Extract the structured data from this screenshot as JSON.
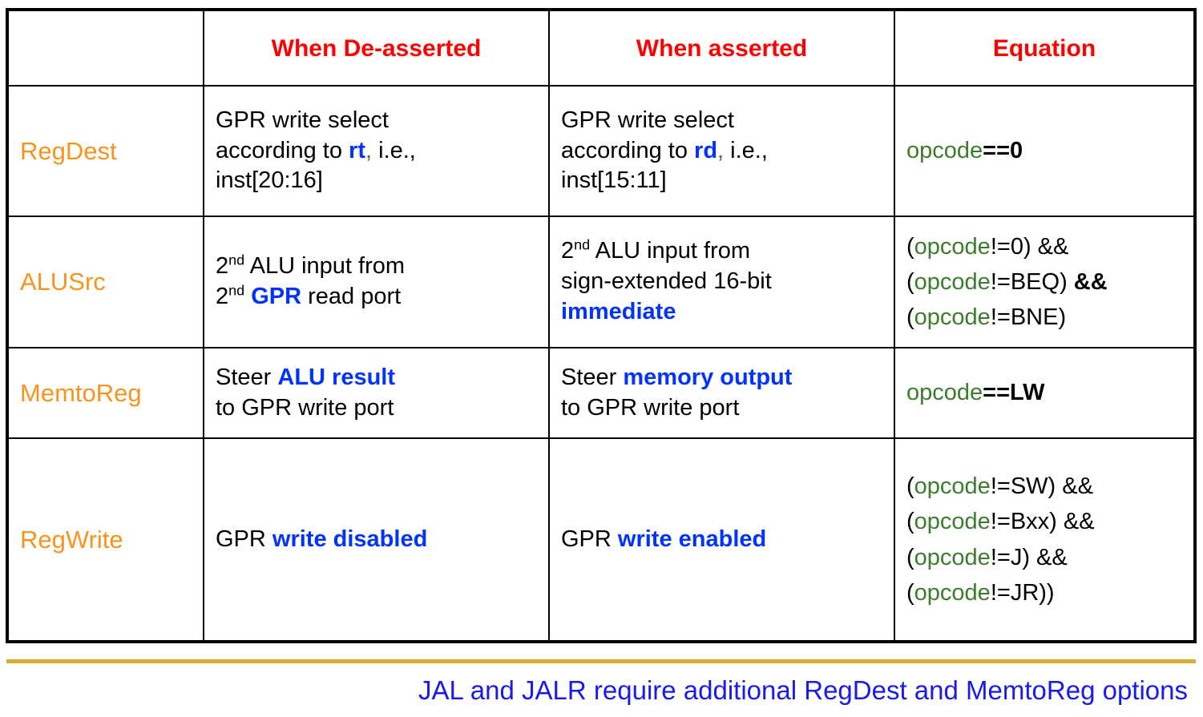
{
  "table": {
    "columns": [
      {
        "key": "signal",
        "header": ""
      },
      {
        "key": "deasserted",
        "header": "When De-asserted"
      },
      {
        "key": "asserted",
        "header": "When asserted"
      },
      {
        "key": "equation",
        "header": "Equation"
      }
    ],
    "rows": [
      {
        "signal": "RegDest",
        "deasserted": {
          "lines": [
            [
              {
                "t": "GPR write select",
                "s": "plain"
              }
            ],
            [
              {
                "t": "according to ",
                "s": "plain"
              },
              {
                "t": "rt",
                "s": "blue"
              },
              {
                "t": ",",
                "s": "green"
              },
              {
                "t": " i.e.,",
                "s": "plain"
              }
            ],
            [
              {
                "t": "inst[20:16]",
                "s": "plain"
              }
            ]
          ]
        },
        "asserted": {
          "lines": [
            [
              {
                "t": "GPR write select",
                "s": "plain"
              }
            ],
            [
              {
                "t": "according to ",
                "s": "plain"
              },
              {
                "t": "rd",
                "s": "blue"
              },
              {
                "t": ",",
                "s": "green"
              },
              {
                "t": " i.e.,",
                "s": "plain"
              }
            ],
            [
              {
                "t": "inst[15:11]",
                "s": "plain"
              }
            ]
          ]
        },
        "equation": {
          "lines": [
            [
              {
                "t": "opcode",
                "s": "green"
              },
              {
                "t": "==0",
                "s": "bold"
              }
            ]
          ]
        }
      },
      {
        "signal": "ALUSrc",
        "deasserted": {
          "lines": [
            [
              {
                "t": "2",
                "s": "plain"
              },
              {
                "t": "nd",
                "s": "sup"
              },
              {
                "t": " ALU input from",
                "s": "plain"
              }
            ],
            [
              {
                "t": "2",
                "s": "plain"
              },
              {
                "t": "nd",
                "s": "sup"
              },
              {
                "t": " ",
                "s": "plain"
              },
              {
                "t": "GPR",
                "s": "blue"
              },
              {
                "t": " read port",
                "s": "plain"
              }
            ]
          ]
        },
        "asserted": {
          "lines": [
            [
              {
                "t": "2",
                "s": "plain"
              },
              {
                "t": "nd",
                "s": "sup"
              },
              {
                "t": " ALU input from",
                "s": "plain"
              }
            ],
            [
              {
                "t": "sign-extended 16-bit",
                "s": "plain"
              }
            ],
            [
              {
                "t": "immediate",
                "s": "blue"
              }
            ]
          ]
        },
        "equation": {
          "lines": [
            [
              {
                "t": "(",
                "s": "plain"
              },
              {
                "t": "opcode",
                "s": "green"
              },
              {
                "t": "!=0) &&",
                "s": "plain"
              }
            ],
            [
              {
                "t": "(",
                "s": "plain"
              },
              {
                "t": "opcode",
                "s": "green"
              },
              {
                "t": "!=BEQ) ",
                "s": "plain"
              },
              {
                "t": "&&",
                "s": "bold"
              }
            ],
            [
              {
                "t": "(",
                "s": "plain"
              },
              {
                "t": "opcode",
                "s": "green"
              },
              {
                "t": "!=BNE)",
                "s": "plain"
              }
            ]
          ]
        }
      },
      {
        "signal": "MemtoReg",
        "deasserted": {
          "lines": [
            [
              {
                "t": "Steer ",
                "s": "plain"
              },
              {
                "t": "ALU result",
                "s": "blue"
              }
            ],
            [
              {
                "t": "to GPR write port",
                "s": "plain"
              }
            ]
          ]
        },
        "asserted": {
          "lines": [
            [
              {
                "t": "Steer ",
                "s": "plain"
              },
              {
                "t": "memory output",
                "s": "blue"
              }
            ],
            [
              {
                "t": "to GPR write port",
                "s": "plain"
              }
            ]
          ]
        },
        "equation": {
          "lines": [
            [
              {
                "t": "opcode",
                "s": "green"
              },
              {
                "t": "==LW",
                "s": "bold"
              }
            ]
          ]
        }
      },
      {
        "signal": "RegWrite",
        "deasserted": {
          "lines": [
            [
              {
                "t": "GPR ",
                "s": "plain"
              },
              {
                "t": "write disabled",
                "s": "blue"
              }
            ]
          ]
        },
        "asserted": {
          "lines": [
            [
              {
                "t": "GPR ",
                "s": "plain"
              },
              {
                "t": "write enabled",
                "s": "blue"
              }
            ]
          ]
        },
        "equation": {
          "lines": [
            [
              {
                "t": "(",
                "s": "plain"
              },
              {
                "t": "opcode",
                "s": "green"
              },
              {
                "t": "!=SW) &&",
                "s": "plain"
              }
            ],
            [
              {
                "t": "(",
                "s": "plain"
              },
              {
                "t": "opcode",
                "s": "green"
              },
              {
                "t": "!=Bxx) &&",
                "s": "plain"
              }
            ],
            [
              {
                "t": "(",
                "s": "plain"
              },
              {
                "t": "opcode",
                "s": "green"
              },
              {
                "t": "!=J) &&",
                "s": "plain"
              }
            ],
            [
              {
                "t": "(",
                "s": "plain"
              },
              {
                "t": "opcode",
                "s": "green"
              },
              {
                "t": "!=JR))",
                "s": "plain"
              }
            ]
          ]
        }
      }
    ]
  },
  "footer": {
    "note": "JAL and JALR require additional RegDest and MemtoReg options"
  },
  "colors": {
    "header_red": "#FF0000",
    "signal_orange": "#F7941D",
    "emphasis_blue": "#0033FF",
    "opcode_green": "#3A7D2C",
    "rule_gold": "#D4AF37",
    "footer_blue": "#1A1AEE",
    "border_black": "#000000"
  }
}
